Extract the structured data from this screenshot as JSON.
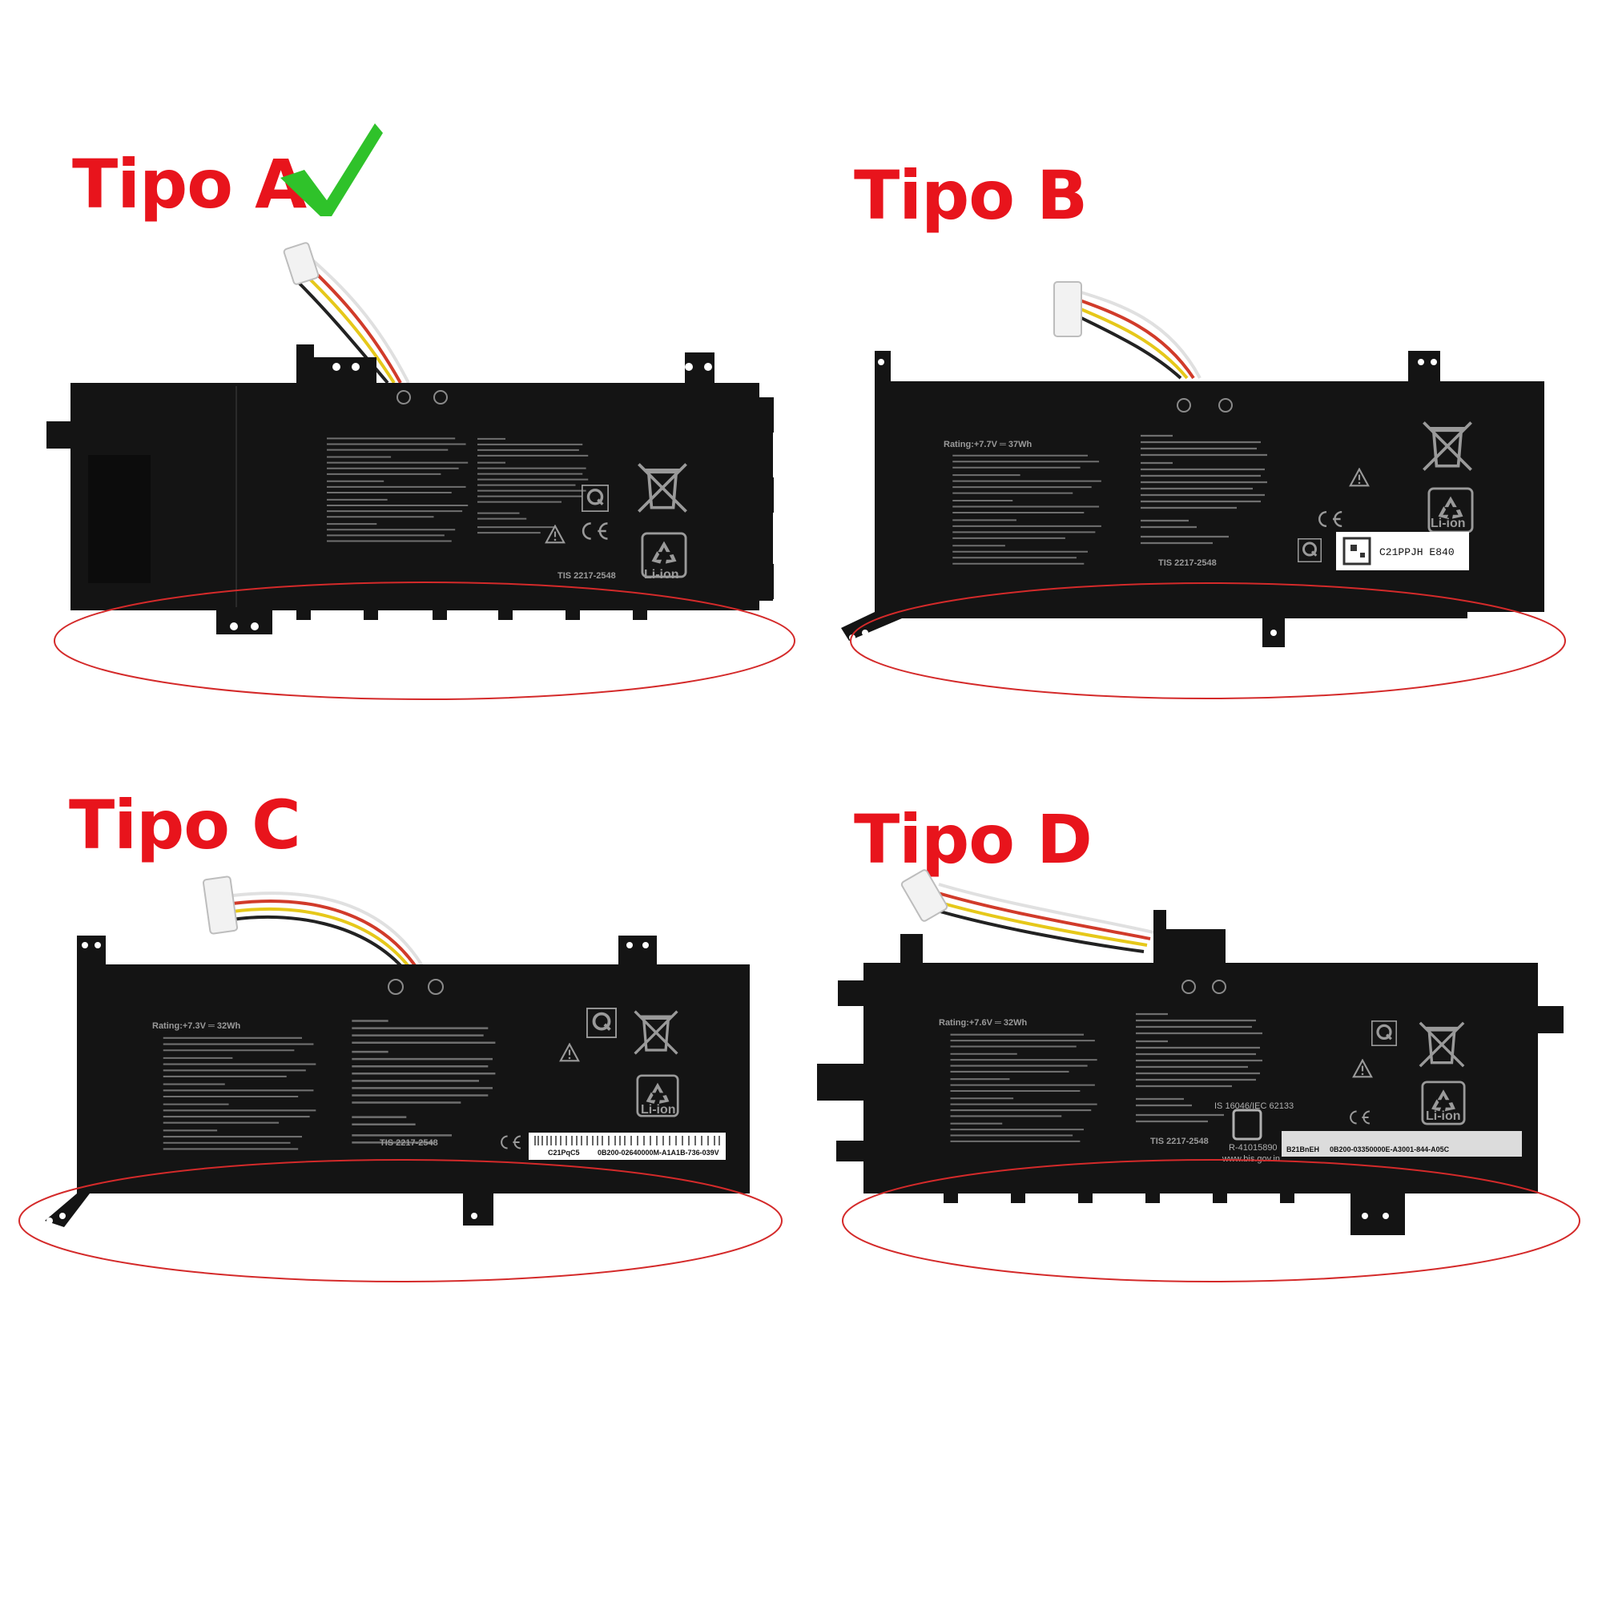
{
  "labels": {
    "a": "Tipo A",
    "b": "Tipo B",
    "c": "Tipo C",
    "d": "Tipo D"
  },
  "colors": {
    "label_red": "#e8141c",
    "check_green": "#2fc22a",
    "highlight_ellipse": "#d42a2a",
    "battery_body": "#141414"
  },
  "icons": {
    "selected_mark": "check-mark-icon",
    "recycle": "recycle-icon",
    "bin": "crossed-bin-icon"
  },
  "battery_a": {
    "rating": "",
    "li_ion": "Li-ion",
    "code": "TIS 2217-2548"
  },
  "battery_b": {
    "rating": "Rating:+7.7V ═ 37Wh",
    "li_ion": "Li-ion",
    "code": "TIS 2217-2548",
    "tag": "C21PPJH E840"
  },
  "battery_c": {
    "rating": "Rating:+7.3V ═ 32Wh",
    "li_ion": "Li-ion",
    "code": "TIS 2217-2548",
    "tag_left": "C21PqC5",
    "tag_right": "0B200-02640000M-A1A1B-736-039V"
  },
  "battery_d": {
    "rating": "Rating:+7.6V ═ 32Wh",
    "li_ion": "Li-ion",
    "code": "TIS 2217-2548",
    "standard": "IS 16046/IEC 62133",
    "reg": "R-41015890",
    "site": "www.bis.gov.in",
    "tag_left": "B21BnEH",
    "tag_right": "0B200-03350000E-A3001-844-A05C"
  }
}
